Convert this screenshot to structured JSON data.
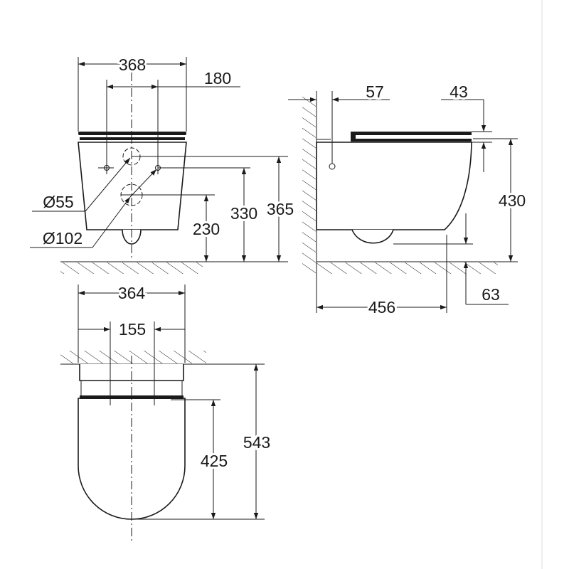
{
  "title": "Wall-hung WC technical drawing",
  "dimensions": {
    "front_width": "368",
    "front_fixing_spacing": "180",
    "diameter_small": "Ø55",
    "diameter_large": "Ø102",
    "height_230": "230",
    "height_330": "330",
    "height_365": "365",
    "side_57": "57",
    "side_43": "43",
    "side_430": "430",
    "side_63": "63",
    "side_456": "456",
    "top_width": "364",
    "top_spacing": "155",
    "top_543": "543",
    "top_425": "425"
  }
}
